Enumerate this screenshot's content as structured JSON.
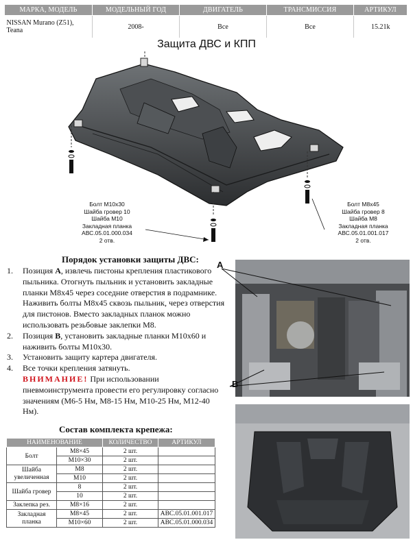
{
  "header": {
    "columns": [
      "МАРКА, МОДЕЛЬ",
      "МОДЕЛЬНЫЙ ГОД",
      "ДВИГАТЕЛЬ",
      "ТРАНСМИССИЯ",
      "АРТИКУЛ"
    ],
    "model_line1": "NISSAN Murano (Z51),",
    "model_line2": "Teana",
    "year": "2008-",
    "engine": "Все",
    "transmission": "Все",
    "article": "15.21k"
  },
  "title": "Защита ДВС и КПП",
  "callout_left": [
    "Болт М10х30",
    "Шайба гровер 10",
    "Шайба М10",
    "Закладная  планка",
    "АВС.05.01.000.034",
    "2 отв."
  ],
  "callout_right": [
    "Болт М8х45",
    "Шайба гровер 8",
    "Шайба М8",
    "Закладная  планка",
    "АВС.05.01.001.017",
    "2 отв."
  ],
  "instructions": {
    "heading": "Порядок установки защиты ДВС:",
    "items": [
      {
        "num": "1.",
        "pre": "Позиция ",
        "bold": "А",
        "text": ", извлечь пистоны крепления пластикового пыльника. Отогнуть пыльник и установить закладные планки М8х45 через соседние отверстия в подрамнике. Наживить болты М8х45 сквозь пыльник, через отверстия для пистонов. Вместо закладных планок можно использовать резьбовые заклепки М8."
      },
      {
        "num": "2.",
        "pre": "Позиция ",
        "bold": "В",
        "text": ", установить закладные планки М10х60 и наживить болты М10х30."
      },
      {
        "num": "3.",
        "pre": "",
        "bold": "",
        "text": "Установить защиту картера двигателя."
      },
      {
        "num": "4.",
        "pre": "",
        "bold": "",
        "text": "Все точки крепления затянуть."
      }
    ],
    "warning_label": "ВНИМАНИЕ!",
    "warning_text": "При использовании пневмоинструмента провести его регулировку согласно значениям (М6-5 Нм,         М8-15 Нм, М10-25 Нм, М12-40 Нм)."
  },
  "kit": {
    "heading": "Состав комплекта крепежа:",
    "columns": [
      "НАИМЕНОВАНИЕ",
      "КОЛИЧЕСТВО",
      "АРТИКУЛ"
    ],
    "rows": [
      {
        "name": "Болт",
        "size": "М8×45",
        "qty": "2 шт.",
        "article": ""
      },
      {
        "name": "",
        "size": "М10×30",
        "qty": "2 шт.",
        "article": ""
      },
      {
        "name": "Шайба",
        "size": "М8",
        "qty": "2 шт.",
        "article": ""
      },
      {
        "name": "увеличенная",
        "size": "М10",
        "qty": "2 шт.",
        "article": ""
      },
      {
        "name": "Шайба гровер",
        "size": "8",
        "qty": "2 шт.",
        "article": ""
      },
      {
        "name": "",
        "size": "10",
        "qty": "2 шт.",
        "article": ""
      },
      {
        "name": "Заклепка рез.",
        "size": "М8×16",
        "qty": "2 шт.",
        "article": ""
      },
      {
        "name": "Закладная",
        "size": "М8×45",
        "qty": "2 шт.",
        "article": "АВС.05.01.001.017"
      },
      {
        "name": "планка",
        "size": "М10×60",
        "qty": "2 шт.",
        "article": "АВС.05.01.000.034"
      }
    ]
  },
  "photo_labels": {
    "a": "A",
    "b": "B"
  },
  "colors": {
    "header_bg": "#9a9a9a",
    "warning": "#d0141c"
  }
}
